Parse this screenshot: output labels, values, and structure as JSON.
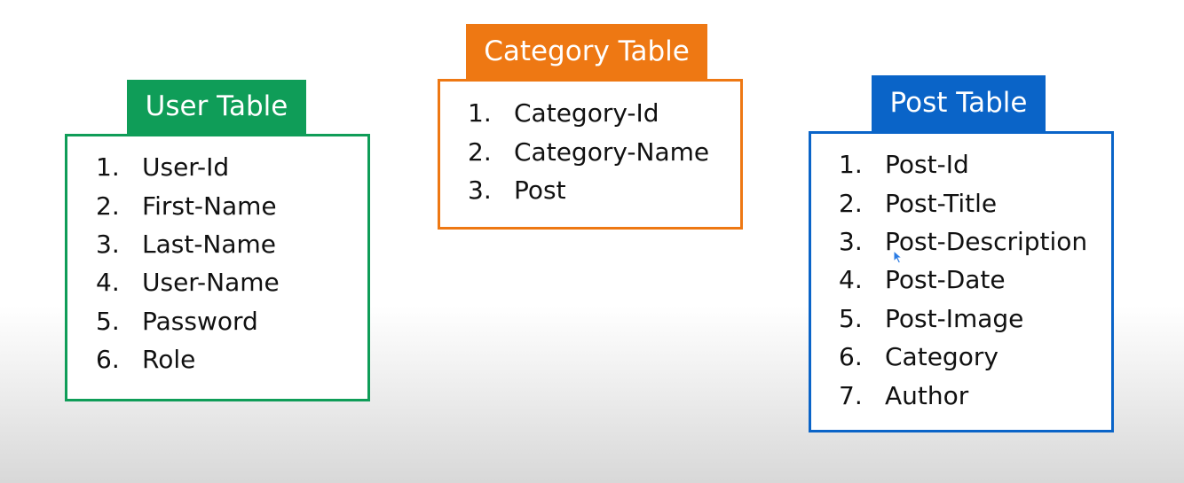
{
  "tables": {
    "user": {
      "title": "User Table",
      "color": "#0f9d58",
      "fields": [
        {
          "num": "1.",
          "name": "User-Id"
        },
        {
          "num": "2.",
          "name": "First-Name"
        },
        {
          "num": "3.",
          "name": "Last-Name"
        },
        {
          "num": "4.",
          "name": "User-Name"
        },
        {
          "num": "5.",
          "name": "Password"
        },
        {
          "num": "6.",
          "name": "Role"
        }
      ]
    },
    "category": {
      "title": "Category Table",
      "color": "#ee7813",
      "fields": [
        {
          "num": "1.",
          "name": "Category-Id"
        },
        {
          "num": "2.",
          "name": "Category-Name"
        },
        {
          "num": "3.",
          "name": "Post"
        }
      ]
    },
    "post": {
      "title": "Post Table",
      "color": "#0a64c8",
      "fields": [
        {
          "num": "1.",
          "name": "Post-Id"
        },
        {
          "num": "2.",
          "name": "Post-Title"
        },
        {
          "num": "3.",
          "name": "Post-Description"
        },
        {
          "num": "4.",
          "name": "Post-Date"
        },
        {
          "num": "5.",
          "name": "Post-Image"
        },
        {
          "num": "6.",
          "name": "Category"
        },
        {
          "num": "7.",
          "name": "Author"
        }
      ]
    }
  },
  "cursor_icon": "mouse-pointer-icon"
}
